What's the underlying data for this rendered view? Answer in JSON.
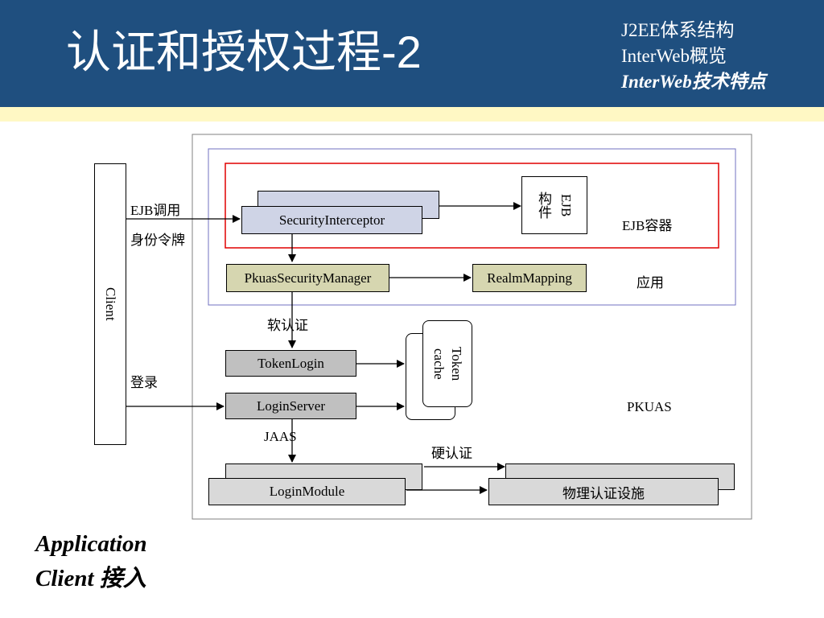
{
  "header": {
    "title": "认证和授权过程-2",
    "toc": [
      "J2EE体系结构",
      "InterWeb概览",
      "InterWeb技术特点"
    ]
  },
  "diagram": {
    "client": "Client",
    "ejb_call": "EJB调用",
    "identity_token": "身份令牌",
    "login": "登录",
    "security_interceptor": "SecurityInterceptor",
    "ejb_component": "EJB 构件",
    "ejb_component_line1": "EJB",
    "ejb_component_line2": "构件",
    "ejb_container": "EJB容器",
    "security_manager": "PkuasSecurityManager",
    "realm_mapping": "RealmMapping",
    "application": "应用",
    "soft_auth": "软认证",
    "token_login": "TokenLogin",
    "token_cache": "Token cache",
    "token_cache_line1": "Token",
    "token_cache_line2": "cache",
    "login_server": "LoginServer",
    "pkuas": "PKUAS",
    "jaas": "JAAS",
    "hard_auth": "硬认证",
    "login_module": "LoginModule",
    "physical_auth": "物理认证设施"
  },
  "footer": {
    "line1": "Application",
    "line2": "Client 接入"
  }
}
